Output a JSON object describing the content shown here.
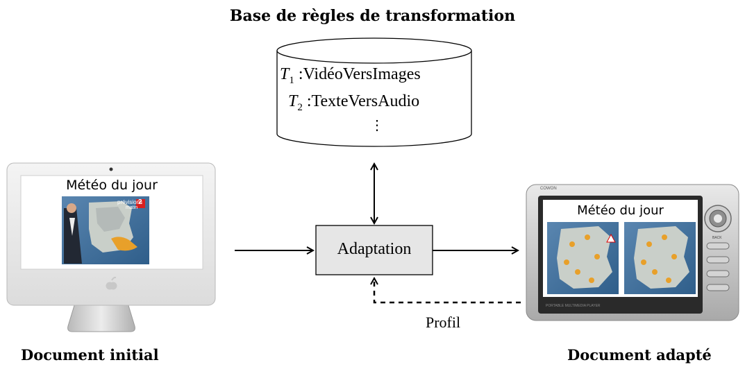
{
  "diagram": {
    "title": "Base de règles de transformation",
    "rules": [
      {
        "symbol": "T",
        "index": "1",
        "name": ":VidéoVersImages"
      },
      {
        "symbol": "T",
        "index": "2",
        "name": ":TexteVersAudio"
      }
    ],
    "rules_ellipsis": "⋮",
    "process_label": "Adaptation",
    "feedback_label": "Profil",
    "source": {
      "caption": "Document initial",
      "screen_title": "Météo du jour",
      "video_badge": "prévisions",
      "video_badge_sub": "matin",
      "channel": "2"
    },
    "target": {
      "caption": "Document adapté",
      "screen_title": "Météo du jour",
      "device_brand": "COWON",
      "device_footer": "PORTABLE MULTIMEDIA PLAYER",
      "device_button_label": "BACK"
    },
    "colors": {
      "process_box_fill": "#e6e6e6",
      "map_sea": "#3d6f9c",
      "map_land": "#c9cfc9",
      "weather_sun": "#e8a02a"
    }
  }
}
